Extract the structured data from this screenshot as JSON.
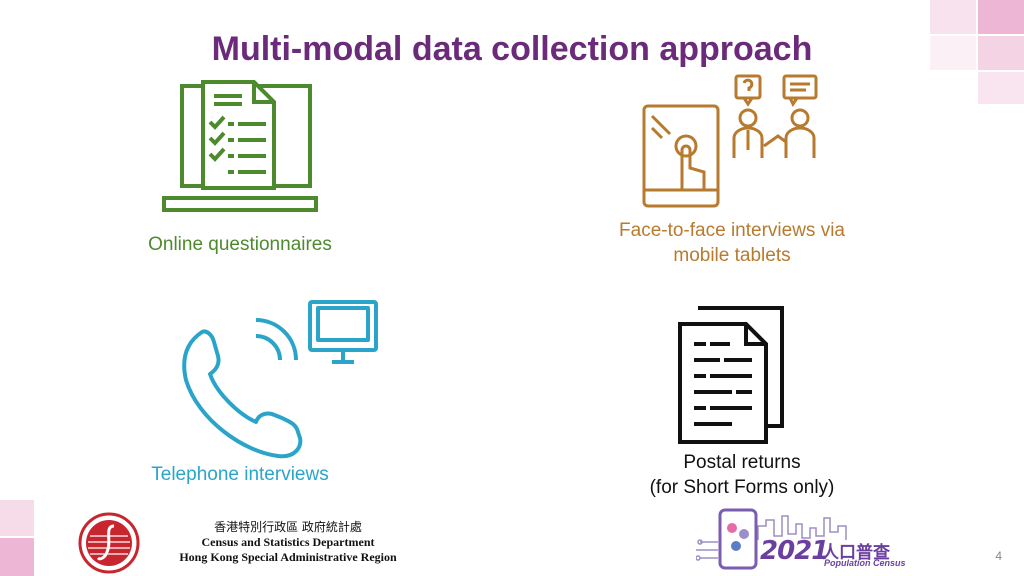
{
  "slide": {
    "title": "Multi-modal data collection approach",
    "page_number": "4"
  },
  "methods": {
    "online": {
      "label": "Online questionnaires",
      "color": "#4d8a2e"
    },
    "face_to_face": {
      "line1": "Face-to-face interviews via",
      "line2": "mobile tablets",
      "color": "#b87a2e"
    },
    "telephone": {
      "label": "Telephone interviews",
      "color": "#2aa5c9"
    },
    "postal": {
      "line1": "Postal returns",
      "line2": "(for Short Forms only)",
      "color": "#111111"
    }
  },
  "footer": {
    "chinese_name": "香港特別行政區 政府統計處",
    "department": "Census and Statistics Department",
    "region": "Hong Kong Special Administrative Region",
    "census_logo": {
      "year": "2021",
      "chinese": "人口普查",
      "english": "Population Census"
    }
  },
  "colors": {
    "title": "#6b2a7a",
    "accent_pink": "#e9a3c9"
  }
}
